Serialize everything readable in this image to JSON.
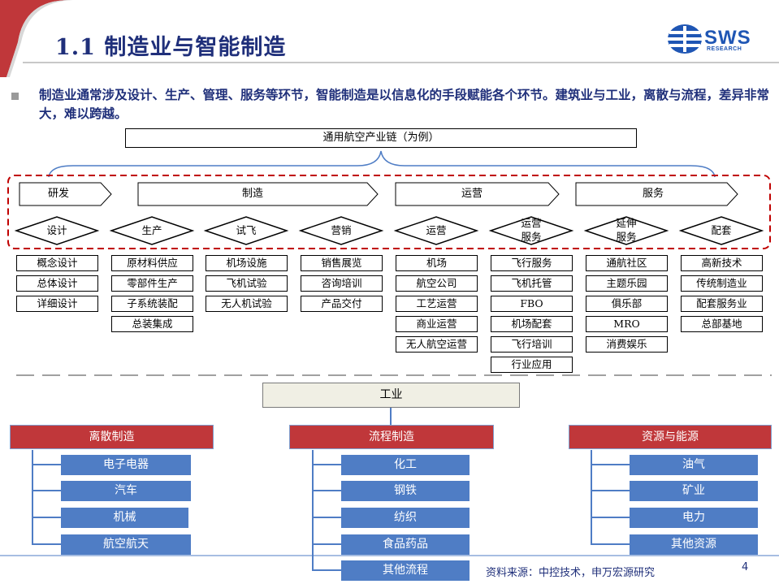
{
  "header": {
    "title": "1.1 制造业与智能制造",
    "logo_text": "SWS",
    "logo_sub": "RESEARCH"
  },
  "intro": "制造业通常涉及设计、生产、管理、服务等环节，智能制造是以信息化的手段赋能各个环节。建筑业与工业，离散与流程，差异非常大，难以跨越。",
  "chain_title": "通用航空产业链（为例）",
  "phases": [
    "研发",
    "制造",
    "运营",
    "服务"
  ],
  "subphases": [
    "设计",
    "生产",
    "试飞",
    "营销",
    "运营",
    "运营服务",
    "延伸服务",
    "配套"
  ],
  "subphase_lines": [
    [
      "设计"
    ],
    [
      "生产"
    ],
    [
      "试飞"
    ],
    [
      "营销"
    ],
    [
      "运营"
    ],
    [
      "运营",
      "服务"
    ],
    [
      "延伸",
      "服务"
    ],
    [
      "配套"
    ]
  ],
  "items": [
    [
      "概念设计",
      "总体设计",
      "详细设计"
    ],
    [
      "原材料供应",
      "零部件生产",
      "子系统装配",
      "总装集成"
    ],
    [
      "机场设施",
      "飞机试验",
      "无人机试验"
    ],
    [
      "销售展览",
      "咨询培训",
      "产品交付"
    ],
    [
      "机场",
      "航空公司",
      "工艺运营",
      "商业运营",
      "无人航空运营"
    ],
    [
      "飞行服务",
      "飞机托管",
      "FBO",
      "机场配套",
      "飞行培训",
      "行业应用"
    ],
    [
      "通航社区",
      "主题乐园",
      "俱乐部",
      "MRO",
      "消费娱乐"
    ],
    [
      "高新技术",
      "传统制造业",
      "配套服务业",
      "总部基地"
    ]
  ],
  "industry": {
    "label": "工业",
    "categories": [
      {
        "label": "离散制造",
        "items": [
          "电子电器",
          "汽车",
          "机械",
          "航空航天"
        ]
      },
      {
        "label": "流程制造",
        "items": [
          "化工",
          "钢铁",
          "纺织",
          "食品药品",
          "其他流程"
        ]
      },
      {
        "label": "资源与能源",
        "items": [
          "油气",
          "矿业",
          "电力",
          "其他资源"
        ]
      }
    ]
  },
  "footer": {
    "source": "资料来源：中控技术，申万宏源研究",
    "page": "4"
  },
  "colors": {
    "title_navy": "#1f2f7a",
    "category_red": "#c0373a",
    "item_blue": "#4f7dc5",
    "dashed_red": "#c00000",
    "connector_blue": "#4f7dc5",
    "logo_blue": "#1f56b4"
  }
}
